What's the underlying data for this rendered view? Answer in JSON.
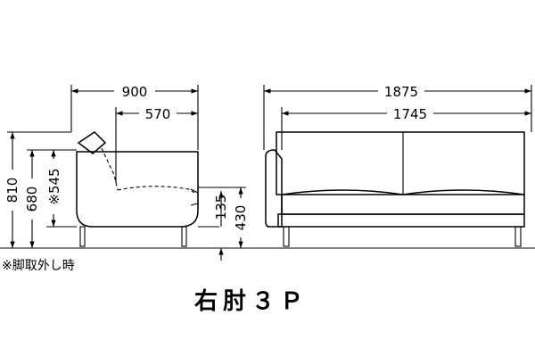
{
  "title": "右肘３Ｐ",
  "note": "※脚取外し時",
  "dimensions": {
    "side_depth": "900",
    "side_seat_depth": "570",
    "total_height": "810",
    "back_height": "680",
    "arm_height_no_legs": "※545",
    "leg_clearance": "135",
    "seat_height": "430",
    "front_total_width": "1875",
    "front_inner_width": "1745"
  },
  "colors": {
    "line": "#000000",
    "background": "#ffffff"
  }
}
